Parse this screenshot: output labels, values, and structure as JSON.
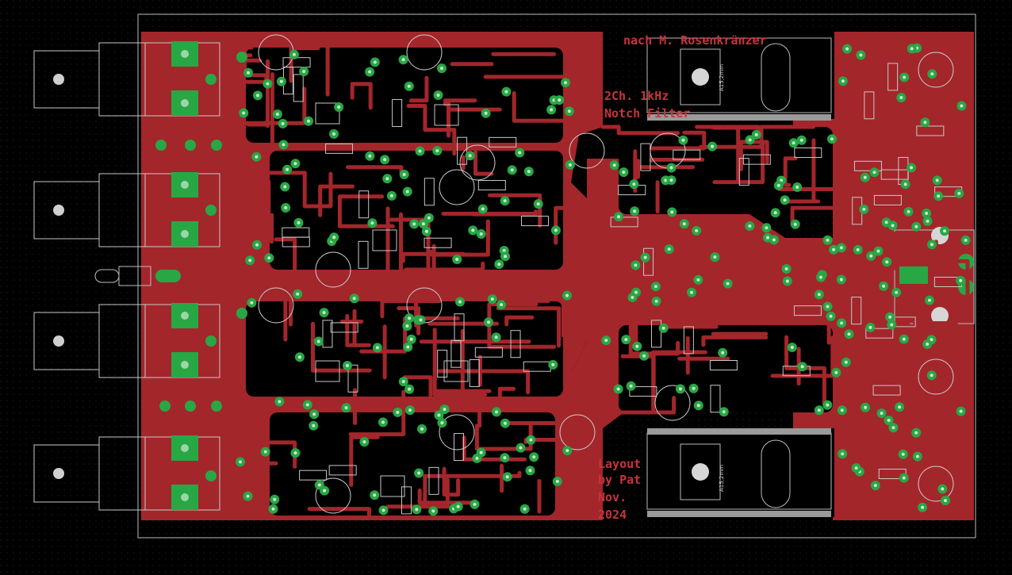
{
  "board": {
    "title_text": "nach M. Rosenkränzer",
    "subtitle_line1": "2Ch. 1kHz",
    "subtitle_line2": "Notch Filter",
    "credit_line1": "Layout",
    "credit_line2": "by Pat",
    "credit_line3": "Nov.",
    "credit_line4": "2024",
    "heatsink_label_top": "A15,2mm",
    "heatsink_label_bottom": "A15,2mm"
  },
  "colors": {
    "background": "#000000",
    "copper": "#a3262b",
    "copper_dark": "#8f1e23",
    "pad": "#28a745",
    "silkscreen": "#c8c8c8",
    "text": "#c8343a"
  },
  "icons": {
    "bnc_connector": "bnc-connector-icon",
    "mounting_hole": "mounting-hole-icon",
    "heatsink": "heatsink-icon"
  }
}
